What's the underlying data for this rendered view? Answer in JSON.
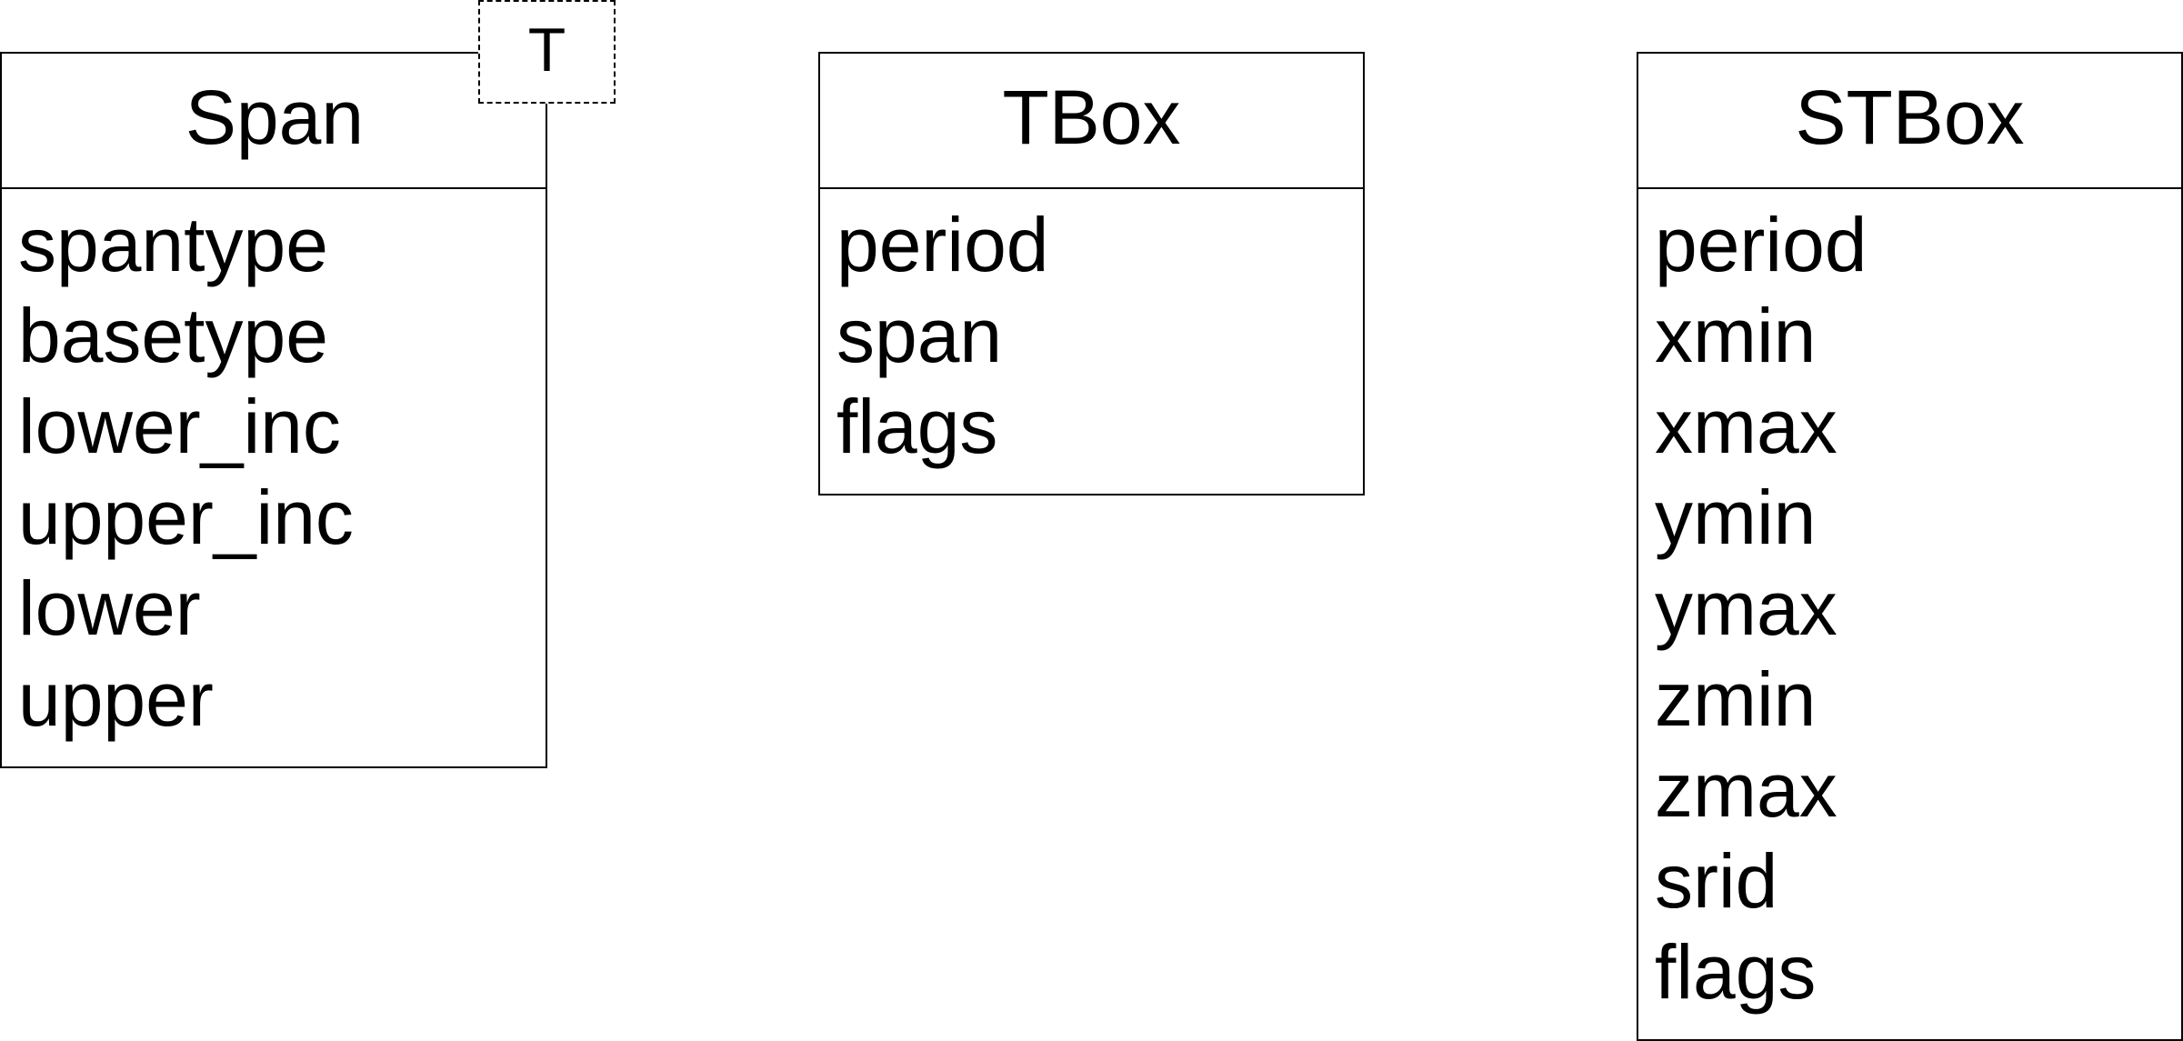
{
  "diagram": {
    "type": "UML class diagram",
    "classes": [
      {
        "name": "Span",
        "template_parameter": "T",
        "attributes": [
          "spantype",
          "basetype",
          "lower_inc",
          "upper_inc",
          "lower",
          "upper"
        ]
      },
      {
        "name": "TBox",
        "attributes": [
          "period",
          "span",
          "flags"
        ]
      },
      {
        "name": "STBox",
        "attributes": [
          "period",
          "xmin",
          "xmax",
          "ymin",
          "ymax",
          "zmin",
          "zmax",
          "srid",
          "flags"
        ]
      }
    ]
  },
  "colors": {
    "line": "#000000",
    "background": "#ffffff",
    "text": "#000000"
  }
}
